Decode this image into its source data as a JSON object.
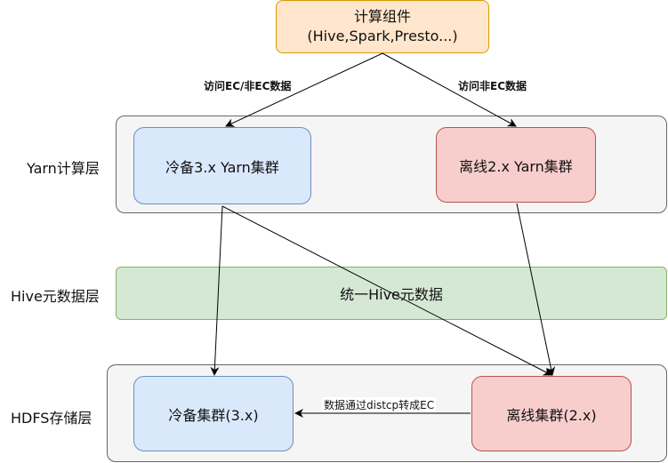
{
  "compute": {
    "line1": "计算组件",
    "line2": "(Hive,Spark,Presto...)"
  },
  "layers": {
    "yarn": {
      "label": "Yarn计算层",
      "cold": "冷备3.x Yarn集群",
      "offline": "离线2.x Yarn集群"
    },
    "hive": {
      "label": "Hive元数据层",
      "meta": "统一Hive元数据"
    },
    "hdfs": {
      "label": "HDFS存储层",
      "cold": "冷备集群(3.x)",
      "offline": "离线集群(2.x)"
    }
  },
  "edges": {
    "to_cold": "访问EC/非EC数据",
    "to_offline": "访问非EC数据",
    "distcp": "数据通过distcp转成EC"
  },
  "colors": {
    "compute_fill": "#ffe6cc",
    "compute_stroke": "#d79b00",
    "cold_fill": "#dae8fc",
    "cold_stroke": "#6c8ebf",
    "offline_fill": "#f8cecc",
    "offline_stroke": "#b85450",
    "meta_fill": "#d5e8d4",
    "meta_stroke": "#82b366",
    "layer_fill": "#f5f5f5",
    "layer_stroke": "#666666"
  }
}
